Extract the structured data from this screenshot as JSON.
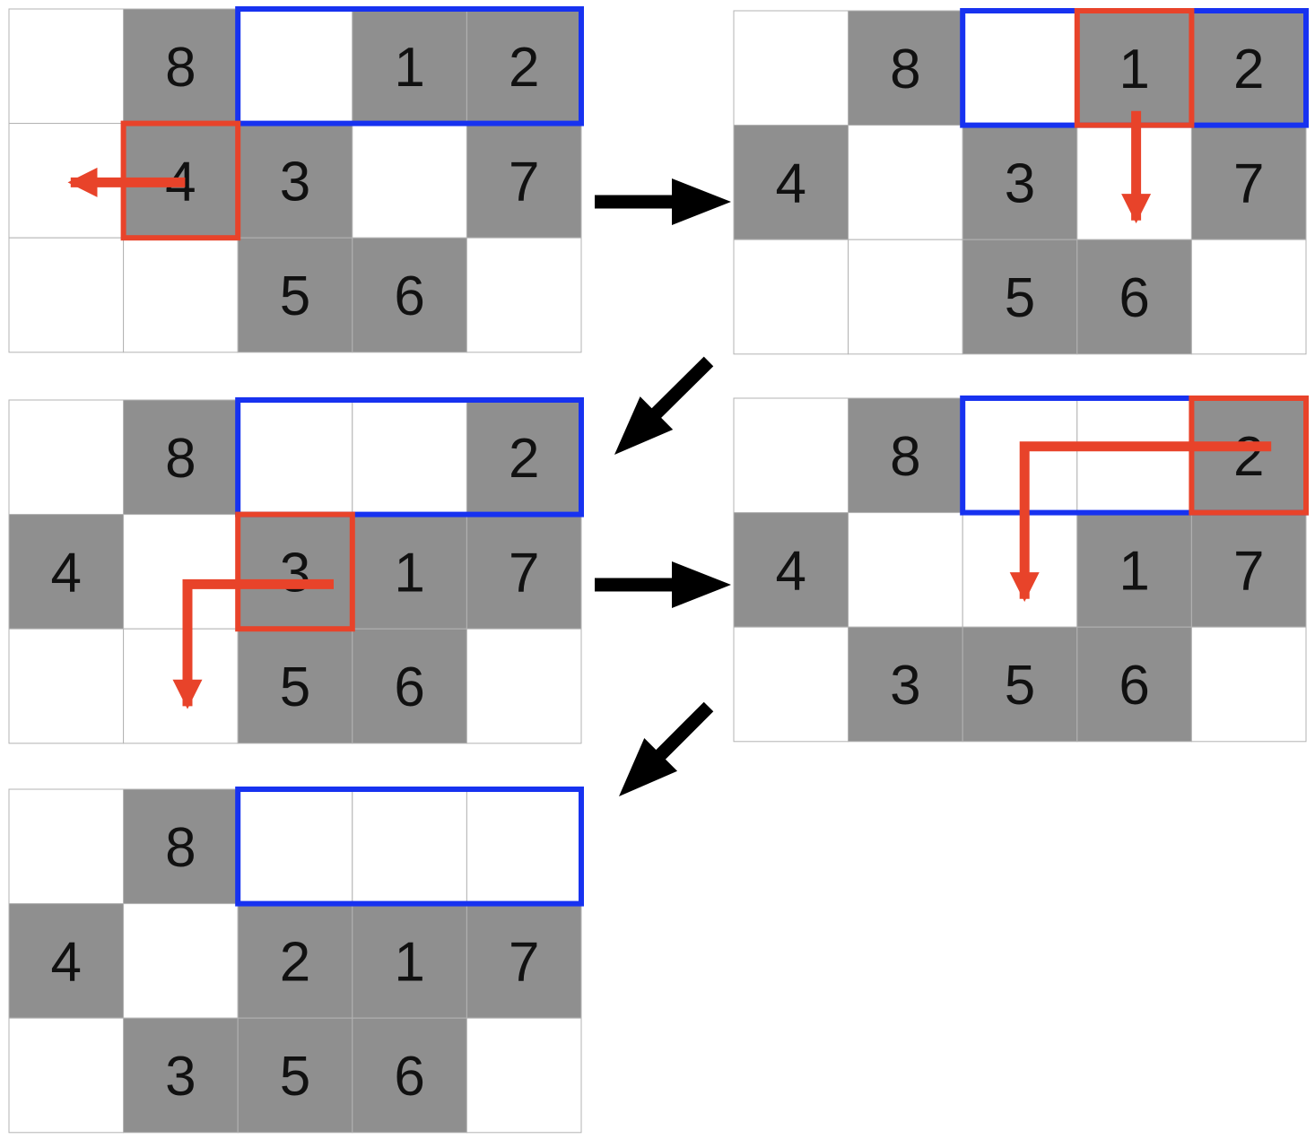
{
  "colors": {
    "occupied": "#8f8f8f",
    "empty": "#ffffff",
    "grid_line": "#b3b3b3",
    "target_zone": "#1732f0",
    "selected": "#e8432a",
    "flow_arrow": "#000000"
  },
  "grid": {
    "rows": 3,
    "cols": 5
  },
  "steps": [
    {
      "cells": [
        [
          "",
          "8",
          "",
          "1",
          "2"
        ],
        [
          "",
          "4",
          "3",
          "",
          "7"
        ],
        [
          "",
          "",
          "5",
          "6",
          ""
        ]
      ],
      "occupied": [
        [
          0,
          1,
          0,
          1,
          1
        ],
        [
          0,
          1,
          1,
          0,
          1
        ],
        [
          0,
          0,
          1,
          1,
          0
        ]
      ],
      "target_zone": {
        "row": 0,
        "col_start": 2,
        "col_end": 4
      },
      "selected": {
        "row": 1,
        "col": 1
      },
      "move": {
        "direction": "left"
      }
    },
    {
      "cells": [
        [
          "",
          "8",
          "",
          "1",
          "2"
        ],
        [
          "4",
          "",
          "3",
          "",
          "7"
        ],
        [
          "",
          "",
          "5",
          "6",
          ""
        ]
      ],
      "occupied": [
        [
          0,
          1,
          0,
          1,
          1
        ],
        [
          1,
          0,
          1,
          0,
          1
        ],
        [
          0,
          0,
          1,
          1,
          0
        ]
      ],
      "target_zone": {
        "row": 0,
        "col_start": 2,
        "col_end": 4
      },
      "selected": {
        "row": 0,
        "col": 3
      },
      "move": {
        "direction": "down"
      }
    },
    {
      "cells": [
        [
          "",
          "8",
          "",
          "",
          "2"
        ],
        [
          "4",
          "",
          "3",
          "1",
          "7"
        ],
        [
          "",
          "",
          "5",
          "6",
          ""
        ]
      ],
      "occupied": [
        [
          0,
          1,
          0,
          0,
          1
        ],
        [
          1,
          0,
          1,
          1,
          1
        ],
        [
          0,
          0,
          1,
          1,
          0
        ]
      ],
      "target_zone": {
        "row": 0,
        "col_start": 2,
        "col_end": 4
      },
      "selected": {
        "row": 1,
        "col": 2
      },
      "move": {
        "direction": "left-down"
      }
    },
    {
      "cells": [
        [
          "",
          "8",
          "",
          "",
          "2"
        ],
        [
          "4",
          "",
          "",
          "1",
          "7"
        ],
        [
          "",
          "3",
          "5",
          "6",
          ""
        ]
      ],
      "occupied": [
        [
          0,
          1,
          0,
          0,
          1
        ],
        [
          1,
          0,
          0,
          1,
          1
        ],
        [
          0,
          1,
          1,
          1,
          0
        ]
      ],
      "target_zone": {
        "row": 0,
        "col_start": 2,
        "col_end": 4
      },
      "selected": {
        "row": 0,
        "col": 4
      },
      "move": {
        "direction": "left-left-down"
      }
    },
    {
      "cells": [
        [
          "",
          "8",
          "",
          "",
          ""
        ],
        [
          "4",
          "",
          "2",
          "1",
          "7"
        ],
        [
          "",
          "3",
          "5",
          "6",
          ""
        ]
      ],
      "occupied": [
        [
          0,
          1,
          0,
          0,
          0
        ],
        [
          1,
          0,
          1,
          1,
          1
        ],
        [
          0,
          1,
          1,
          1,
          0
        ]
      ],
      "target_zone": {
        "row": 0,
        "col_start": 2,
        "col_end": 4
      },
      "selected": null,
      "move": null
    }
  ],
  "flow_arrows": [
    {
      "from": 0,
      "to": 1,
      "direction": "right"
    },
    {
      "from": 1,
      "to": 2,
      "direction": "down-left"
    },
    {
      "from": 2,
      "to": 3,
      "direction": "right"
    },
    {
      "from": 3,
      "to": 4,
      "direction": "down-left"
    }
  ]
}
